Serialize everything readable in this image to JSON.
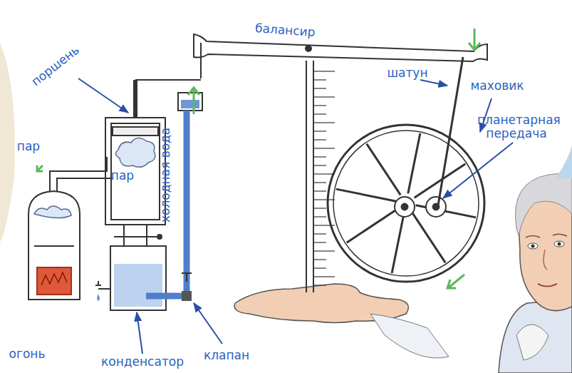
{
  "diagram": {
    "labels": [
      "балансир",
      "поршень",
      "пар",
      "пар",
      "холодная вода",
      "шатун",
      "маховик",
      "планетарная передача",
      "огонь",
      "конденсатор",
      "клапан"
    ]
  }
}
